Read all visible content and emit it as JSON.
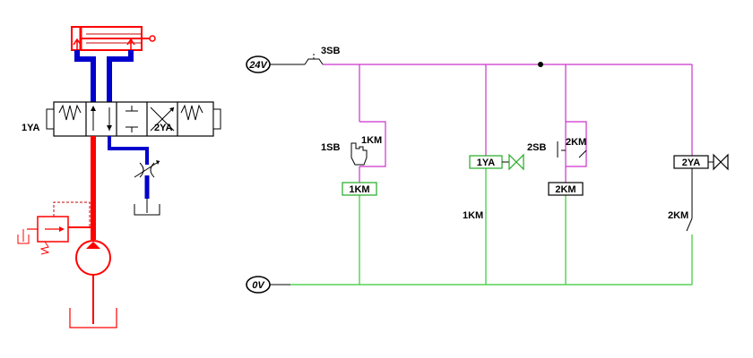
{
  "colors": {
    "pressure_line": "#ff0000",
    "return_line": "#0000cc",
    "relief_pilot": "#cc0000",
    "power_rail": "#cc33cc",
    "ground_rail": "#33cc33",
    "box_green": "#22aa22",
    "outline": "#000000"
  },
  "hydraulic": {
    "solenoid_left": "1YA",
    "solenoid_right": "2YA"
  },
  "electrical": {
    "rail_top": "24V",
    "rail_bottom": "0V",
    "switch_3sb": "3SB",
    "switch_1sb": "1SB",
    "contact_1km_hold": "1KM",
    "coil_1km": "1KM",
    "contact_1km_series": "1KM",
    "coil_1ya": "1YA",
    "switch_2sb": "2SB",
    "contact_2km_hold": "2KM",
    "coil_2km": "2KM",
    "coil_2ya": "2YA",
    "contact_2km_series": "2KM"
  },
  "icons": [
    "hand-pointer-icon",
    "solenoid-valve-icon",
    "relief-valve-icon",
    "pump-icon",
    "throttle-valve-icon",
    "cylinder-icon"
  ]
}
